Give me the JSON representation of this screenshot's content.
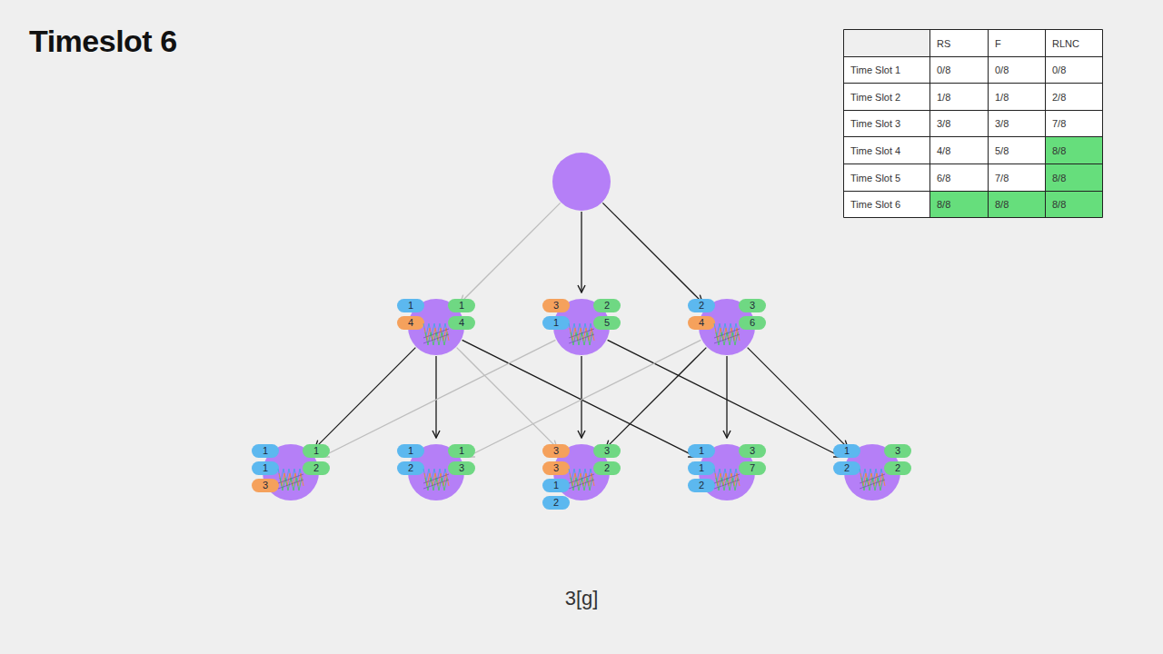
{
  "diagram": {
    "title": "Timeslot 6",
    "caption": "3[g]",
    "nodes": [
      {
        "text": []
      },
      {
        "text": []
      },
      {
        "text": [
          "1"
        ],
        "in": 1
      },
      {
        "text": [
          "1"
        ],
        "in": 1
      },
      {
        "text": [
          "4"
        ],
        "in": 1
      },
      {
        "text": [
          "4"
        ],
        "in": 1
      },
      {
        "text": []
      },
      {
        "text": [
          "3"
        ],
        "in": 6
      },
      {
        "text": [
          "2"
        ],
        "in": 6
      },
      {
        "text": [
          "1"
        ],
        "in": 6
      },
      {
        "text": [
          "5"
        ],
        "in": 6
      },
      {
        "text": []
      },
      {
        "text": [
          "2"
        ],
        "in": 11
      },
      {
        "text": [
          "3"
        ],
        "in": 11
      },
      {
        "text": [
          "4"
        ],
        "in": 11
      },
      {
        "text": [
          "6"
        ],
        "in": 11
      },
      {
        "text": []
      },
      {
        "text": [
          "1"
        ],
        "in": 16
      },
      {
        "text": [
          "1"
        ],
        "in": 16
      },
      {
        "text": [
          "1"
        ],
        "in": 16
      },
      {
        "text": [
          "2"
        ],
        "in": 16
      },
      {
        "text": [
          "3"
        ],
        "in": 16
      },
      {
        "text": []
      },
      {
        "text": [
          "1"
        ],
        "in": 22
      },
      {
        "text": [
          "1"
        ],
        "in": 22
      },
      {
        "text": [
          "2"
        ],
        "in": 22
      },
      {
        "text": [
          "3"
        ],
        "in": 22
      },
      {
        "text": []
      },
      {
        "text": [
          "3"
        ],
        "in": 27
      },
      {
        "text": [
          "3"
        ],
        "in": 27
      },
      {
        "text": [
          "3"
        ],
        "in": 27
      },
      {
        "text": [
          "2"
        ],
        "in": 27
      },
      {
        "text": [
          "1"
        ],
        "in": 27
      },
      {
        "text": [
          "2"
        ],
        "in": 27
      },
      {
        "text": []
      },
      {
        "text": [
          "1"
        ],
        "in": 34
      },
      {
        "text": [
          "3"
        ],
        "in": 34
      },
      {
        "text": [
          "1"
        ],
        "in": 34
      },
      {
        "text": [
          "7"
        ],
        "in": 34
      },
      {
        "text": [
          "2"
        ],
        "in": 34
      },
      {
        "text": []
      },
      {
        "text": [
          "1"
        ],
        "in": 40
      },
      {
        "text": [
          "3"
        ],
        "in": 40
      },
      {
        "text": [
          "2"
        ],
        "in": 40
      },
      {
        "text": [
          "2"
        ],
        "in": 40
      }
    ],
    "edges": [
      {
        "from": 0,
        "to": 1,
        "arrow": "to"
      },
      {
        "from": 0,
        "to": 6,
        "arrow": "to"
      },
      {
        "from": 0,
        "to": 11,
        "arrow": "to"
      },
      {
        "from": 1,
        "to": 16,
        "arrow": "to"
      },
      {
        "from": 1,
        "to": 22,
        "arrow": "to"
      },
      {
        "from": 1,
        "to": 27,
        "arrow": "to"
      },
      {
        "from": 1,
        "to": 34,
        "arrow": "to"
      },
      {
        "from": 6,
        "to": 16,
        "arrow": "to"
      },
      {
        "from": 6,
        "to": 27,
        "arrow": "to"
      },
      {
        "from": 6,
        "to": 40,
        "arrow": "to"
      },
      {
        "from": 11,
        "to": 22,
        "arrow": "to"
      },
      {
        "from": 11,
        "to": 27,
        "arrow": "to"
      },
      {
        "from": 11,
        "to": 34,
        "arrow": "to"
      },
      {
        "from": 11,
        "to": 40,
        "arrow": "to"
      }
    ],
    "labels": [
      "RS",
      "F",
      "RLNC",
      "Time Slot 1",
      "0/8",
      "0/8",
      "0/8",
      "Time Slot 2",
      "1/8",
      "1/8",
      "2/8",
      "Time Slot 3",
      "3/8",
      "3/8",
      "7/8",
      "Time Slot 4",
      "4/8",
      "5/8",
      "8/8",
      "Time Slot 5",
      "6/8",
      "7/8",
      "8/8",
      "Time Slot 6",
      "8/8",
      "8/8",
      "8/8"
    ]
  }
}
